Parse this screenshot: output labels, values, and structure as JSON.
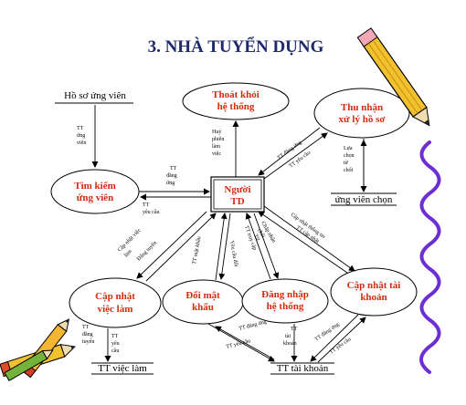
{
  "title": "3. NHÀ TUYỂN DỤNG",
  "center": {
    "line1": "Người",
    "line2": "TD"
  },
  "processes": {
    "thoat": {
      "line1": "Thoát khỏi",
      "line2": "hệ thống"
    },
    "thunhan": {
      "line1": "Thu nhận",
      "line2": "xử lý hồ sơ"
    },
    "timkiem": {
      "line1": "Tìm kiếm",
      "line2": "ứng viên"
    },
    "capnhatvl": {
      "line1": "Cập nhật",
      "line2": "việc làm"
    },
    "doimk": {
      "line1": "Đổi mật",
      "line2": "khẩu"
    },
    "dangnhap": {
      "line1": "Đăng nhập",
      "line2": "hệ thống"
    },
    "capnhattk": {
      "line1": "Cập nhật tài",
      "line2": "khoản"
    }
  },
  "stores": {
    "hoso": "Hồ sơ ứng viên",
    "uvchon": "ứng viên chọn",
    "ttviec": "TT việc làm",
    "tttk": "TT tài khoản"
  },
  "flows": {
    "tt_ung_vien": [
      "TT",
      "ứng",
      "viên"
    ],
    "huy_phien": [
      "Huỷ",
      "phiên",
      "làm",
      "việc"
    ],
    "tt_dang_ung": "TT đăng ứng",
    "tt_yeu_cau_1": "TT yêu cầu",
    "lua_chon": [
      "Lựa",
      "chọn",
      "từ",
      "chối"
    ],
    "tt_dang_ung_2": [
      "TT",
      "đăng",
      "ứng"
    ],
    "tt_yeu_cau_2": [
      "TT",
      "yêu cầu"
    ],
    "cap_nhat_viec": [
      "Cập nhật việc",
      "làm"
    ],
    "dang_tuyen": "Đăng tuyển",
    "tt_mat_khau": "TT mật khẩu",
    "yeu_cau_doi": "Yêu cầu đổi",
    "tt_truy_cap": "TT truy cập",
    "chap_nhan": [
      "Chấp nhận",
      "chối",
      "Từ"
    ],
    "cap_nhat_tt": "Cập nhật thông tin",
    "tt_cap_nhat": "TT cập nhật",
    "tt_dang_tuyen": [
      "TT",
      "đăng",
      "tuyển"
    ],
    "tt_ben": [
      "TT",
      "yêu",
      "cầu"
    ],
    "tt_dang_ung_3": "TT đăng ứng",
    "tt_yeu_cau_3": "TT yêu cầu",
    "tt_tai_khoan": [
      "TT",
      "tài",
      "khoản"
    ],
    "tt_dang_ung_4": "TT đăng ứng",
    "tt_yeu_cau_4": "TT yêu cầu"
  }
}
